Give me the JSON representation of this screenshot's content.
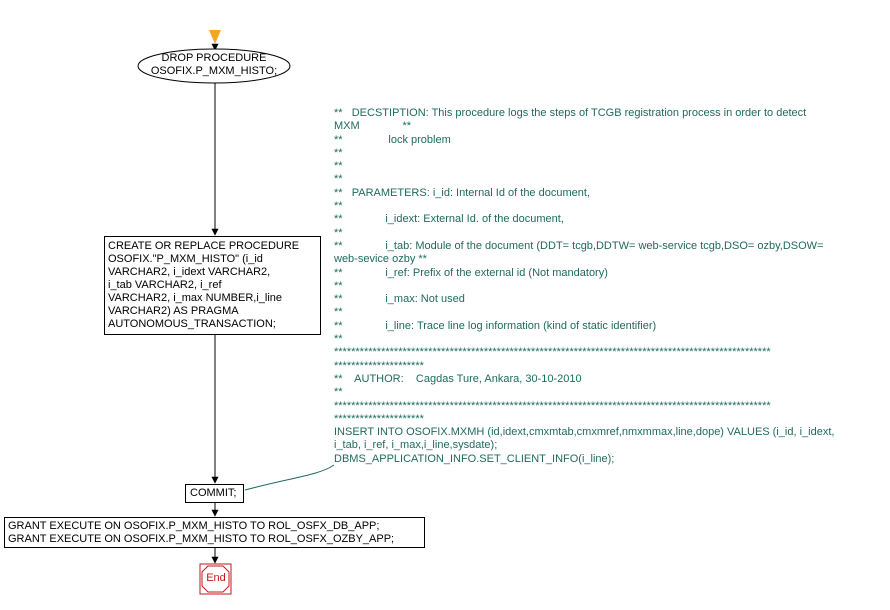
{
  "start_node": {
    "lines": [
      "DROP PROCEDURE",
      "OSOFIX.P_MXM_HISTO;"
    ]
  },
  "create_node": {
    "lines": [
      "CREATE OR REPLACE PROCEDURE",
      "OSOFIX.\"P_MXM_HISTO\" (i_id",
      "VARCHAR2, i_idext VARCHAR2,",
      "i_tab VARCHAR2, i_ref",
      "VARCHAR2, i_max NUMBER,i_line",
      "VARCHAR2) AS PRAGMA",
      "AUTONOMOUS_TRANSACTION;"
    ]
  },
  "comment": {
    "lines": [
      "**   DECSTIPTION: This procedure logs the steps of TCGB registration process in order to detect",
      "MXM              **",
      "**               lock problem",
      "**",
      "**",
      "**",
      "**   PARAMETERS: i_id: Internal Id of the document,",
      "**",
      "**              i_idext: External Id. of the document,",
      "**",
      "**              i_tab: Module of the document (DDT= tcgb,DDTW= web-service tcgb,DSO= ozby,DSOW=",
      "web-sevice ozby **",
      "**              i_ref: Prefix of the external id (Not mandatory)",
      "**",
      "**              i_max: Not used",
      "**",
      "**              i_line: Trace line log information (kind of static identifier)",
      "**",
      "******************************************************************************************************",
      "*********************",
      "**    AUTHOR:    Cagdas Ture, Ankara, 30-10-2010",
      "**",
      "******************************************************************************************************",
      "*********************",
      "INSERT INTO OSOFIX.MXMH (id,idext,cmxmtab,cmxmref,nmxmmax,line,dope) VALUES (i_id, i_idext,",
      "i_tab, i_ref, i_max,i_line,sysdate);",
      "DBMS_APPLICATION_INFO.SET_CLIENT_INFO(i_line);"
    ]
  },
  "commit_node": {
    "label": "COMMIT;"
  },
  "grant_node": {
    "lines": [
      "GRANT EXECUTE ON OSOFIX.P_MXM_HISTO TO ROL_OSFX_DB_APP;",
      "GRANT EXECUTE ON OSOFIX.P_MXM_HISTO TO ROL_OSFX_OZBY_APP;"
    ]
  },
  "end_node": {
    "label": "End"
  },
  "colors": {
    "start_marker": "#f5a623",
    "comment_text": "#1f6b5c",
    "end_border": "#c21a1a",
    "line": "#000000"
  }
}
